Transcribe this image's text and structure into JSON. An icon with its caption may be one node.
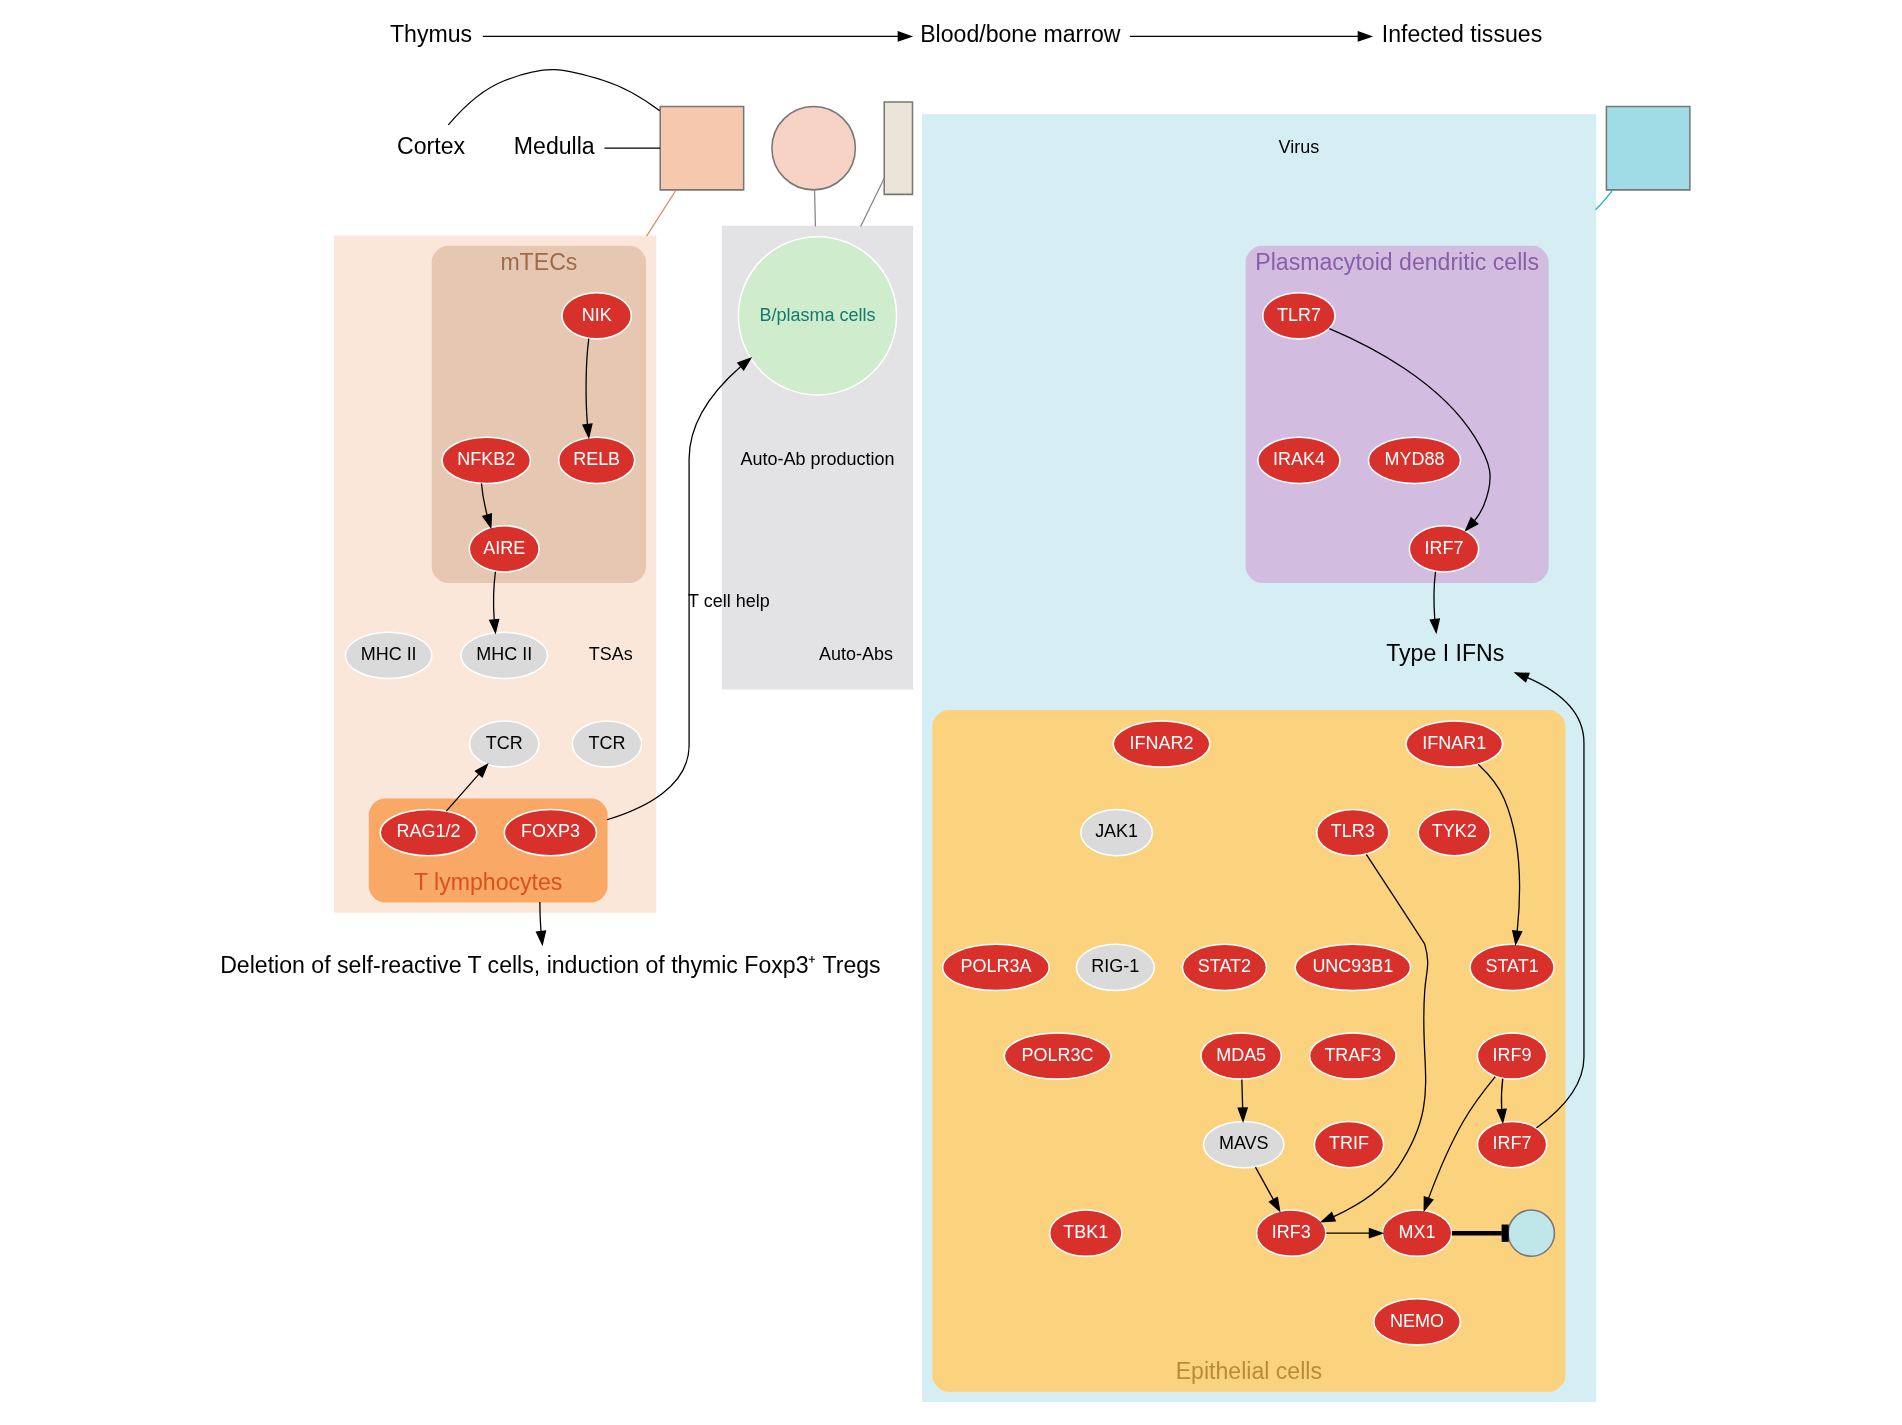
{
  "diagram": {
    "nodes": [
      {
        "text": [
          "Thymus"
        ]
      },
      {
        "text": [
          "Blood/bone marrow"
        ]
      },
      {
        "text": [
          "Infected tissues"
        ]
      },
      {
        "text": [
          "Cortex"
        ]
      },
      {
        "text": [
          "Medulla"
        ]
      },
      {
        "text": [],
        "shape": "box"
      },
      {
        "text": [],
        "shape": "circle"
      },
      {
        "text": [],
        "shape": "bar"
      },
      {
        "text": [],
        "shape": "person"
      },
      {
        "text": [],
        "shape": "box"
      },
      {
        "text": [],
        "shape": "box"
      },
      {
        "text": [],
        "shape": "box"
      },
      {
        "text": [
          "mTECs"
        ],
        "in": 9
      },
      {
        "text": [
          "NIK"
        ],
        "in": 12
      },
      {
        "text": [
          "RELB"
        ],
        "in": 12
      },
      {
        "text": [
          "NFKB2"
        ],
        "in": 12
      },
      {
        "text": [
          "AIRE"
        ],
        "in": 12
      },
      {
        "text": [
          "MHC II"
        ],
        "in": 9
      },
      {
        "text": [
          "MHC II"
        ],
        "in": 9
      },
      {
        "text": [
          "TCR"
        ],
        "in": 9
      },
      {
        "text": [
          "TCR"
        ],
        "in": 9
      },
      {
        "text": [
          "T lymphocytes"
        ],
        "in": 9
      },
      {
        "text": [
          "FOXP3"
        ],
        "in": 21
      },
      {
        "text": [
          "RAG1/2"
        ],
        "in": 21
      },
      {
        "text": [
          "B/plasma cells"
        ],
        "in": 10
      },
      {
        "text": [
          "Deletion of self-reactive T cells, induction of thymic Foxp3⁺ Tregs"
        ]
      },
      {
        "text": [
          "Plasmacytoid dendritic cells"
        ],
        "in": 11
      },
      {
        "text": [
          "TLR7"
        ],
        "in": 26
      },
      {
        "text": [
          "IRAK4"
        ],
        "in": 26
      },
      {
        "text": [
          "MYD88"
        ],
        "in": 26
      },
      {
        "text": [
          "IRF7"
        ],
        "in": 26
      },
      {
        "text": [
          "Type I IFNs"
        ],
        "in": 11
      },
      {
        "text": [
          "Epithelial cells"
        ],
        "in": 11
      },
      {
        "text": [
          "IFNAR1"
        ],
        "in": 32
      },
      {
        "text": [
          "IFNAR2"
        ],
        "in": 32
      },
      {
        "text": [
          "TYK2"
        ],
        "in": 32
      },
      {
        "text": [
          "JAK1"
        ],
        "in": 32
      },
      {
        "text": [
          "STAT1"
        ],
        "in": 32
      },
      {
        "text": [
          "STAT2"
        ],
        "in": 32
      },
      {
        "text": [
          "IRF9"
        ],
        "in": 32
      },
      {
        "text": [
          "IRF7"
        ],
        "in": 32
      },
      {
        "text": [
          "MX1"
        ],
        "in": 32
      },
      {
        "text": [],
        "shape": "circle",
        "in": 32
      },
      {
        "text": [
          "RIG-1"
        ],
        "in": 32
      },
      {
        "text": [
          "POLR3A"
        ],
        "in": 32
      },
      {
        "text": [
          "MDA5"
        ],
        "in": 32
      },
      {
        "text": [
          "POLR3C"
        ],
        "in": 32
      },
      {
        "text": [
          "MAVS"
        ],
        "in": 32
      },
      {
        "text": [
          "TLR3"
        ],
        "in": 32
      },
      {
        "text": [
          "UNC93B1"
        ],
        "in": 32
      },
      {
        "text": [
          "TRAF3"
        ],
        "in": 32
      },
      {
        "text": [
          "TRIF"
        ],
        "in": 32
      },
      {
        "text": [
          "TBK1"
        ],
        "in": 32
      },
      {
        "text": [
          "NEMO"
        ],
        "in": 32
      },
      {
        "text": [
          "IRF3"
        ],
        "in": 32
      }
    ],
    "edges": [
      {
        "from": 0,
        "to": 1,
        "arrow": "to"
      },
      {
        "from": 1,
        "to": 2,
        "arrow": "to"
      },
      {
        "from": 3,
        "to": 5,
        "arrow": "none"
      },
      {
        "from": 4,
        "to": 5,
        "arrow": "none"
      },
      {
        "from": 5,
        "to": 9,
        "arrow": "none",
        "color": "#e08a6a"
      },
      {
        "from": 6,
        "to": 10,
        "arrow": "none",
        "color": "#888888"
      },
      {
        "from": 7,
        "to": 10,
        "arrow": "none",
        "color": "#888888"
      },
      {
        "from": 8,
        "to": 11,
        "arrow": "none",
        "color": "#19b3c0"
      },
      {
        "from": 13,
        "to": 14,
        "arrow": "to"
      },
      {
        "from": 15,
        "to": 16,
        "arrow": "to"
      },
      {
        "from": 16,
        "to": 17,
        "arrow": "to"
      },
      {
        "from": 23,
        "to": 19,
        "arrow": "to"
      },
      {
        "from": 21,
        "to": 24,
        "arrow": "to",
        "label": "T cell help"
      },
      {
        "from": 21,
        "to": 25,
        "arrow": "to"
      },
      {
        "from": 27,
        "to": 30,
        "arrow": "to"
      },
      {
        "from": 30,
        "to": 31,
        "arrow": "to"
      },
      {
        "from": 33,
        "to": 37,
        "arrow": "to"
      },
      {
        "from": 40,
        "to": 31,
        "arrow": "to"
      },
      {
        "from": 39,
        "to": 40,
        "arrow": "to"
      },
      {
        "from": 39,
        "to": 41,
        "arrow": "to"
      },
      {
        "from": 41,
        "to": 42,
        "arrow": "other",
        "style": "thick"
      },
      {
        "from": 45,
        "to": 47,
        "arrow": "to"
      },
      {
        "from": 47,
        "to": 54,
        "arrow": "to"
      },
      {
        "from": 48,
        "to": 54,
        "arrow": "to"
      },
      {
        "from": 54,
        "to": 41,
        "arrow": "to"
      }
    ],
    "labels": [
      "TSAs",
      "Auto-Ab production",
      "Auto-Abs",
      "Virus"
    ]
  }
}
